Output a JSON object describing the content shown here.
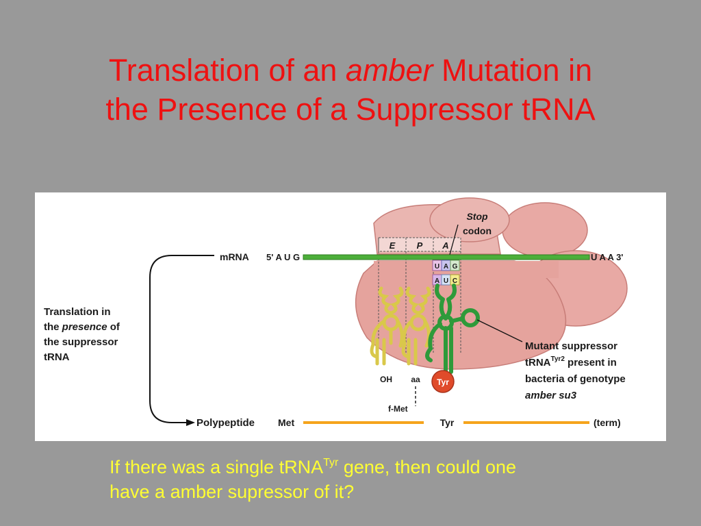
{
  "slide": {
    "title": {
      "part1": "Translation of an ",
      "emph": "amber",
      "part2": " Mutation in",
      "line2": "the Presence of a Suppressor tRNA"
    },
    "caption": {
      "part1": "If there was a single tRNA",
      "sup": "Tyr",
      "part2": " gene, then could one",
      "line2": "have a amber supressor  of it?"
    }
  },
  "diagram": {
    "mrna_label": "mRNA",
    "five_prime": "5' A U G",
    "three_prime": "U A A  3'",
    "sites": [
      "E",
      "P",
      "A"
    ],
    "stop_codon_label": {
      "line1": "Stop",
      "line2": "codon"
    },
    "codon": [
      "U",
      "A",
      "G"
    ],
    "anticodon": [
      "A",
      "U",
      "C"
    ],
    "side_label": {
      "line1": "Translation in",
      "line2a": "the ",
      "line2b": "presence",
      "line2c": " of",
      "line3": "the suppressor",
      "line4": "tRNA"
    },
    "oh_label": "OH",
    "aa_label": "aa",
    "fmet_label": "f-Met",
    "tyr_ball": "Tyr",
    "mutant_label": {
      "line1": "Mutant suppressor",
      "line2a": "tRNA",
      "line2sup": "Tyr2",
      "line2b": " present in",
      "line3": "bacteria of genotype",
      "line4": "amber su3"
    },
    "polypeptide_label": "Polypeptide",
    "chain_start": "Met",
    "chain_mid": "Tyr",
    "chain_end": "(term)"
  },
  "colors": {
    "background": "#999999",
    "title": "#ee1111",
    "caption": "#ffff33",
    "ribosome": "#e8a9a4",
    "mrna": "#4caf3a",
    "chain": "#f5a41c",
    "trna_yellow": "#ecdf5a",
    "trna_green": "#2e9a3a",
    "tyr": "#e04b2a"
  }
}
